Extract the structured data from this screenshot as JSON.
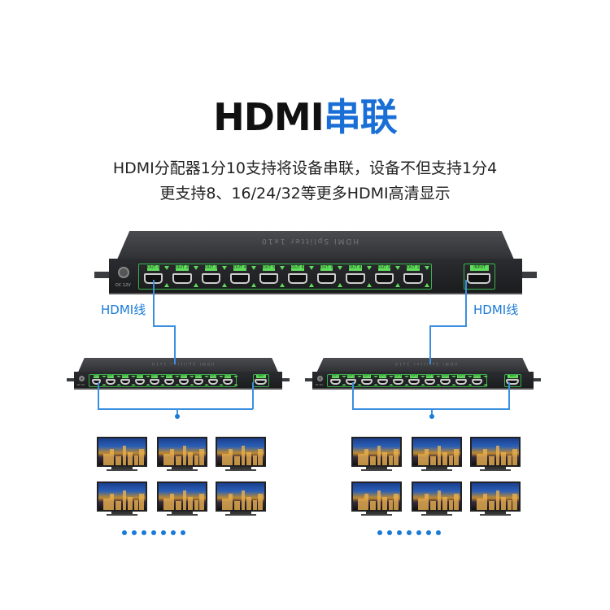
{
  "title": {
    "part1": "HDMI",
    "part2": "串联"
  },
  "subtitle": {
    "line1": "HDMI分配器1分10支持将设备串联，设备不但支持1分4",
    "line2": "更支持8、16/24/32等更多HDMI高清显示"
  },
  "cable_label_left": "HDMI线",
  "cable_label_right": "HDMI线",
  "device": {
    "name": "HDMI Splitter 1x10",
    "power": "DC 12V",
    "ports": [
      "OUT 1",
      "OUT 2",
      "OUT 3",
      "OUT 4",
      "OUT 5",
      "OUT 6",
      "OUT 7",
      "OUT 8",
      "OUT 9",
      "OUT 10"
    ],
    "input": "INPUT"
  },
  "colors": {
    "accent": "#1a6fd6",
    "port_label": "#5fdc5a",
    "device_body": "#2a2c2f"
  }
}
